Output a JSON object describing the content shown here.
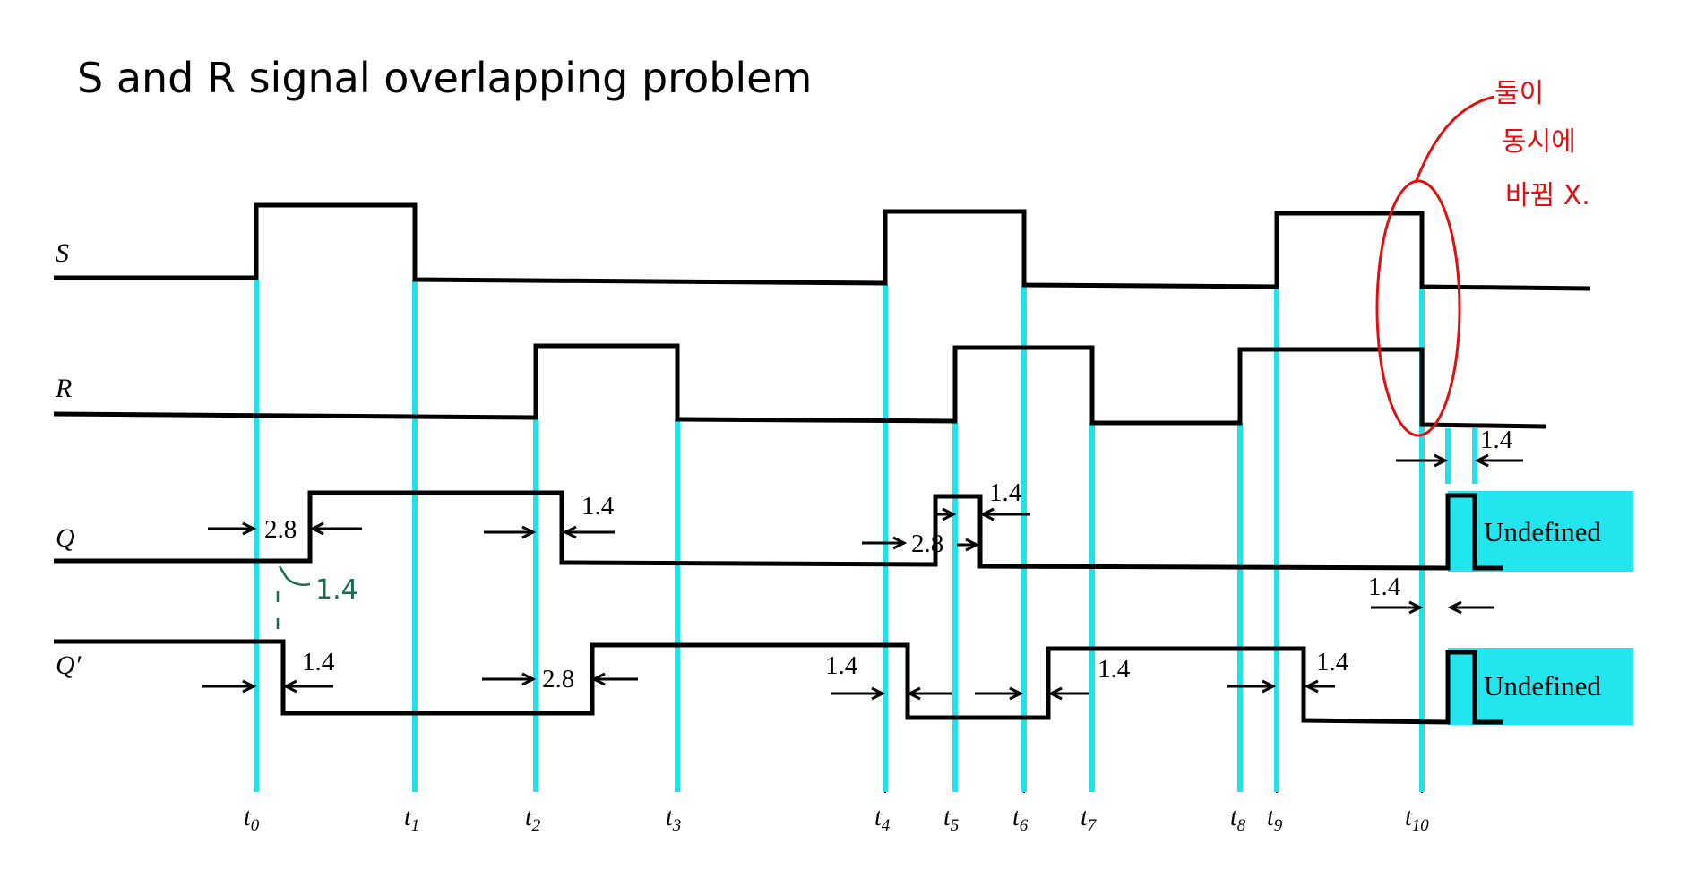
{
  "title": "S and R signal overlapping problem",
  "signals": {
    "s": "S",
    "r": "R",
    "q": "Q",
    "qbar": "Q′"
  },
  "time_markers": [
    {
      "base": "t",
      "sub": "0"
    },
    {
      "base": "t",
      "sub": "1"
    },
    {
      "base": "t",
      "sub": "2"
    },
    {
      "base": "t",
      "sub": "3"
    },
    {
      "base": "t",
      "sub": "4"
    },
    {
      "base": "t",
      "sub": "5"
    },
    {
      "base": "t",
      "sub": "6"
    },
    {
      "base": "t",
      "sub": "7"
    },
    {
      "base": "t",
      "sub": "8"
    },
    {
      "base": "t",
      "sub": "9"
    },
    {
      "base": "t",
      "sub": "10"
    }
  ],
  "delays": {
    "q_t0": "2.8",
    "q_t2": "1.4",
    "q_t4": "2.8",
    "q_t5": "1.4",
    "qbar_t0": "1.4",
    "qbar_t2": "2.8",
    "qbar_t4": "1.4",
    "qbar_t7": "1.4",
    "qbar_t9": "1.4",
    "r_t10": "1.4",
    "q_t10": "1.4"
  },
  "undefined_boxes": {
    "q": "Undefined",
    "qbar": "Undefined"
  },
  "colors": {
    "guide": "#1ee3ec",
    "undefined_fill": "#22e5ee",
    "red_annotation": "#e01010",
    "green_annotation": "#1a6b4f"
  },
  "annotations": {
    "green_note": "1.4",
    "red_note_line1": "둘이",
    "red_note_line2": "동시에",
    "red_note_line3": "바뀜 X."
  }
}
